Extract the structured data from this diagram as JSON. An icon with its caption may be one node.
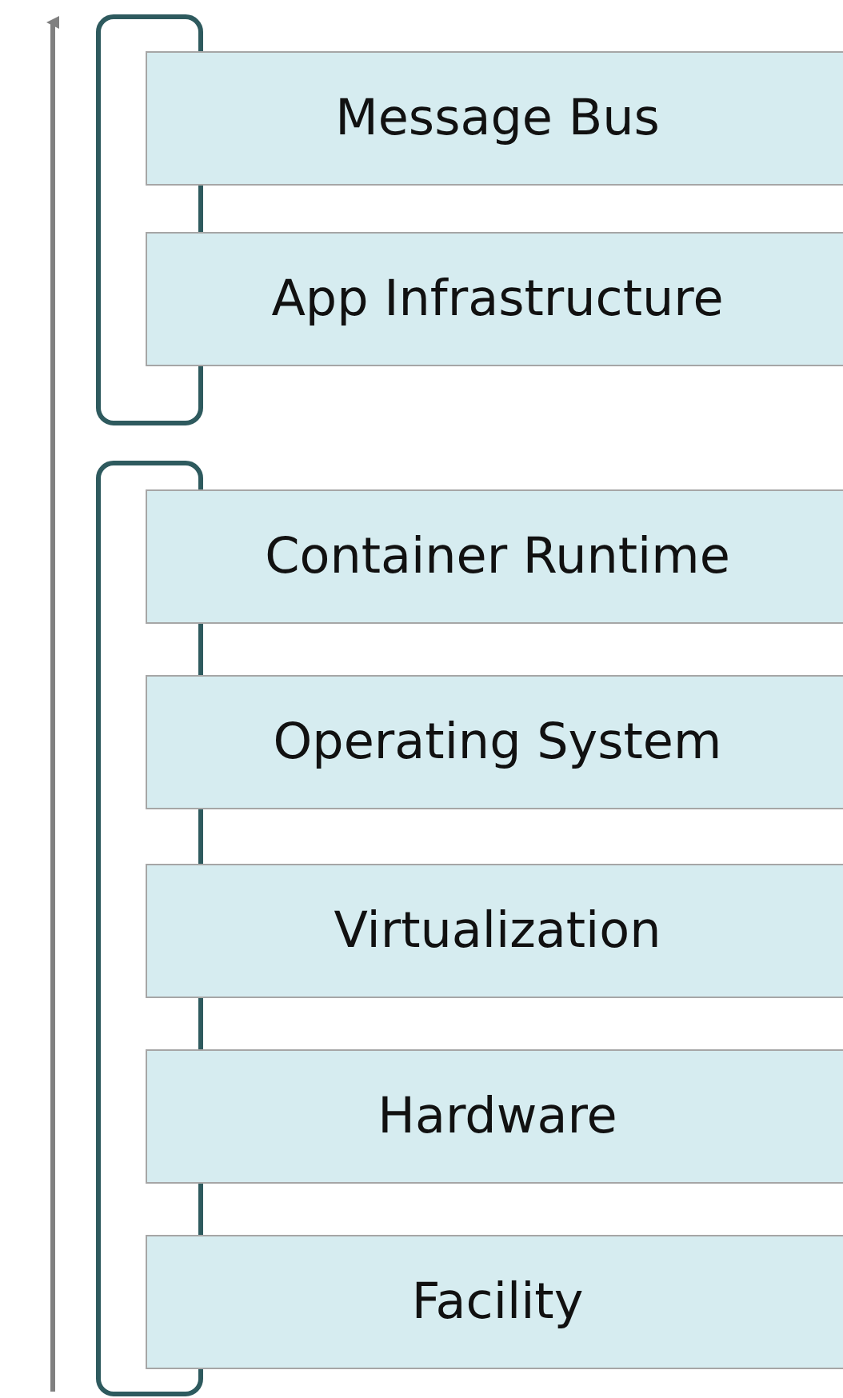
{
  "diagram": {
    "nodes": [
      {
        "text": [],
        "shape": "bracket"
      },
      {
        "text": [
          "Message Bus"
        ]
      },
      {
        "text": [
          "App Infrastructure"
        ]
      },
      {
        "text": [],
        "shape": "bracket"
      },
      {
        "text": [
          "Container Runtime"
        ]
      },
      {
        "text": [
          "Operating System"
        ]
      },
      {
        "text": [
          "Virtualization"
        ]
      },
      {
        "text": [
          "Hardware"
        ]
      },
      {
        "text": [
          "Facility"
        ]
      }
    ]
  }
}
